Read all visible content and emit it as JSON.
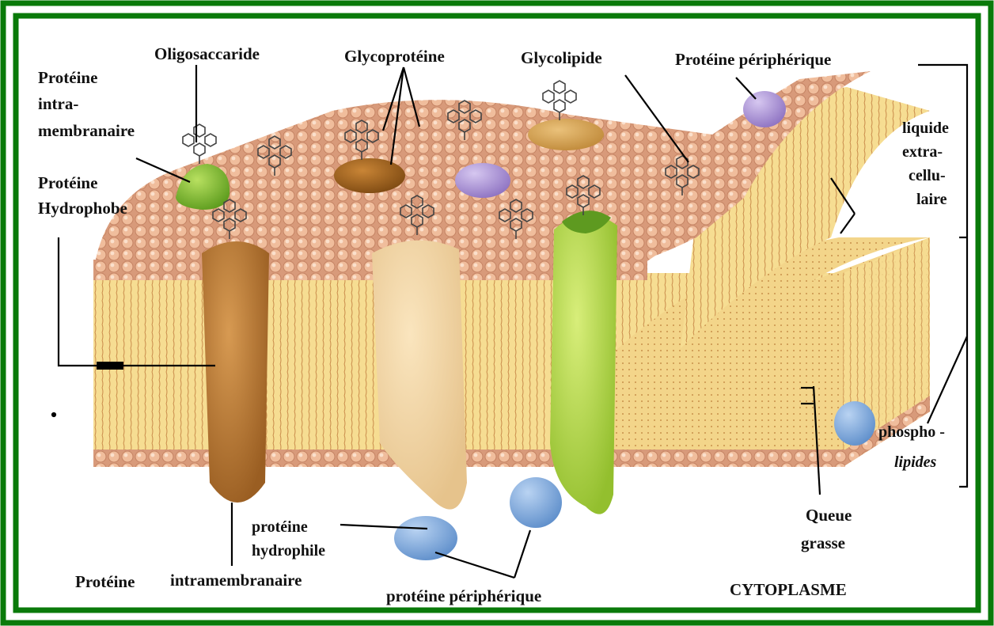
{
  "colors": {
    "frame": "#0a7a0a",
    "lipid_head": "#e8b08e",
    "lipid_tail": "#f5dc8c",
    "protein_brown": "#b97a2e",
    "protein_cream": "#f2d29a",
    "protein_green": "#b7d94a",
    "protein_blue": "#7aa6d9",
    "protein_purple": "#a98fd0"
  },
  "labels": {
    "oligosaccaride": "Oligosaccaride",
    "glycoproteine": "Glycoprotéine",
    "glycolipide": "Glycolipide",
    "proteine_peripherique_top": "Protéine périphérique",
    "proteine_intra_1": "Protéine",
    "proteine_intra_2": "intra-",
    "proteine_intra_3": "membranaire",
    "proteine_hydrophobe_1": "Protéine",
    "proteine_hydrophobe_2": "Hydrophobe",
    "liquide_1": "liquide",
    "liquide_2": "extra-",
    "liquide_3": "cellu-",
    "liquide_4": "laire",
    "phospho_1": "phospho -",
    "phospho_2": "lipides",
    "queue_1": "Queue",
    "queue_2": "grasse",
    "cytoplasme": "CYTOPLASME",
    "proteine_hydrophile_1": "protéine",
    "proteine_hydrophile_2": "hydrophile",
    "proteine_bottom": "Protéine",
    "intramembranaire_bottom": "intramembranaire",
    "proteine_peripherique_bottom": "protéine périphérique"
  }
}
